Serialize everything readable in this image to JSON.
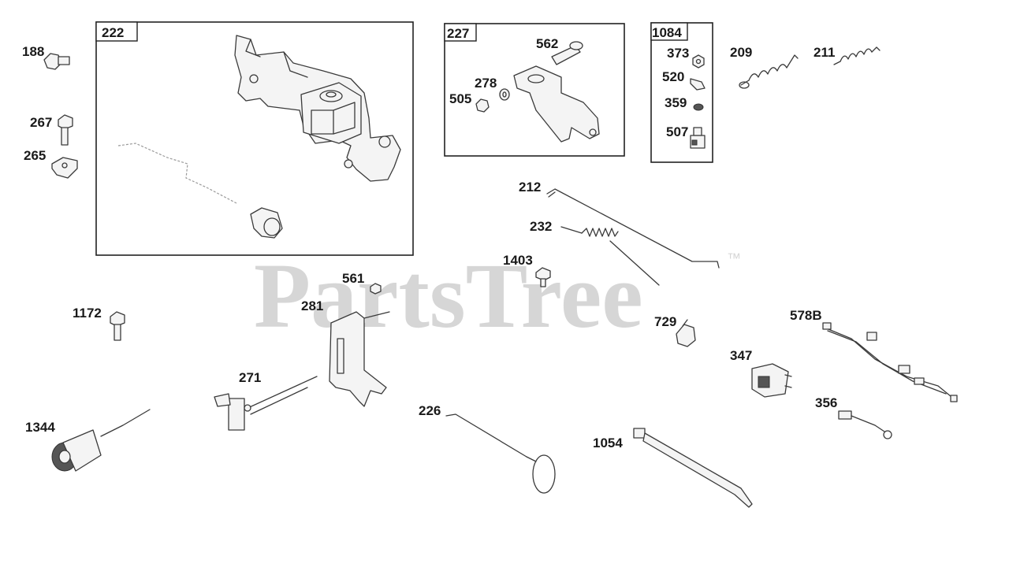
{
  "watermark": {
    "text": "PartsTree",
    "trademark": "™"
  },
  "boxes": [
    {
      "id": "222",
      "label": "222"
    },
    {
      "id": "227",
      "label": "227"
    },
    {
      "id": "1084",
      "label": "1084"
    }
  ],
  "labels": {
    "p188": "188",
    "p267": "267",
    "p265": "265",
    "p562": "562",
    "p278": "278",
    "p505": "505",
    "p373": "373",
    "p520": "520",
    "p359": "359",
    "p507": "507",
    "p209": "209",
    "p211": "211",
    "p212": "212",
    "p232": "232",
    "p1403": "1403",
    "p561": "561",
    "p281": "281",
    "p1172": "1172",
    "p271": "271",
    "p1344": "1344",
    "p226": "226",
    "p729": "729",
    "p578B": "578B",
    "p347": "347",
    "p356": "356",
    "p1054": "1054"
  }
}
